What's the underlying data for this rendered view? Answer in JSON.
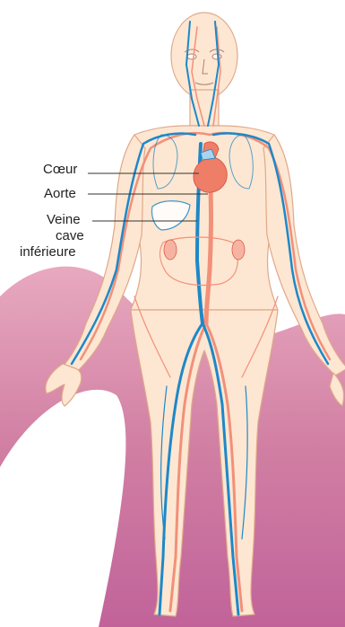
{
  "labels": {
    "coeur": "Cœur",
    "aorte": "Aorte",
    "veine_line1": "Veine",
    "veine_line2": "cave",
    "veine_line3": "inférieure"
  },
  "colors": {
    "background_blob": "#c86a98",
    "blob_light": "#e0a0ba",
    "skin": "#fde7d2",
    "outline": "#e0a88a",
    "vein": "#1e88c8",
    "artery": "#f2907a",
    "heart": "#ef7e68"
  }
}
